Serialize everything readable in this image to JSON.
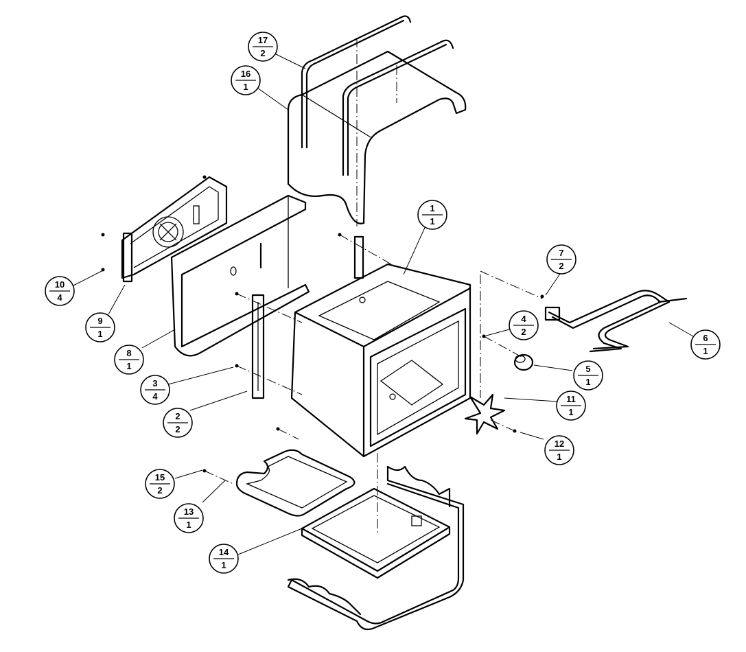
{
  "callouts": [
    {
      "part": "1",
      "qty": "1"
    },
    {
      "part": "2",
      "qty": "2"
    },
    {
      "part": "3",
      "qty": "4"
    },
    {
      "part": "4",
      "qty": "2"
    },
    {
      "part": "5",
      "qty": "1"
    },
    {
      "part": "6",
      "qty": "1"
    },
    {
      "part": "7",
      "qty": "2"
    },
    {
      "part": "8",
      "qty": "1"
    },
    {
      "part": "9",
      "qty": "1"
    },
    {
      "part": "10",
      "qty": "4"
    },
    {
      "part": "11",
      "qty": "1"
    },
    {
      "part": "12",
      "qty": "1"
    },
    {
      "part": "13",
      "qty": "1"
    },
    {
      "part": "14",
      "qty": "1"
    },
    {
      "part": "15",
      "qty": "2"
    },
    {
      "part": "16",
      "qty": "1"
    },
    {
      "part": "17",
      "qty": "2"
    }
  ]
}
